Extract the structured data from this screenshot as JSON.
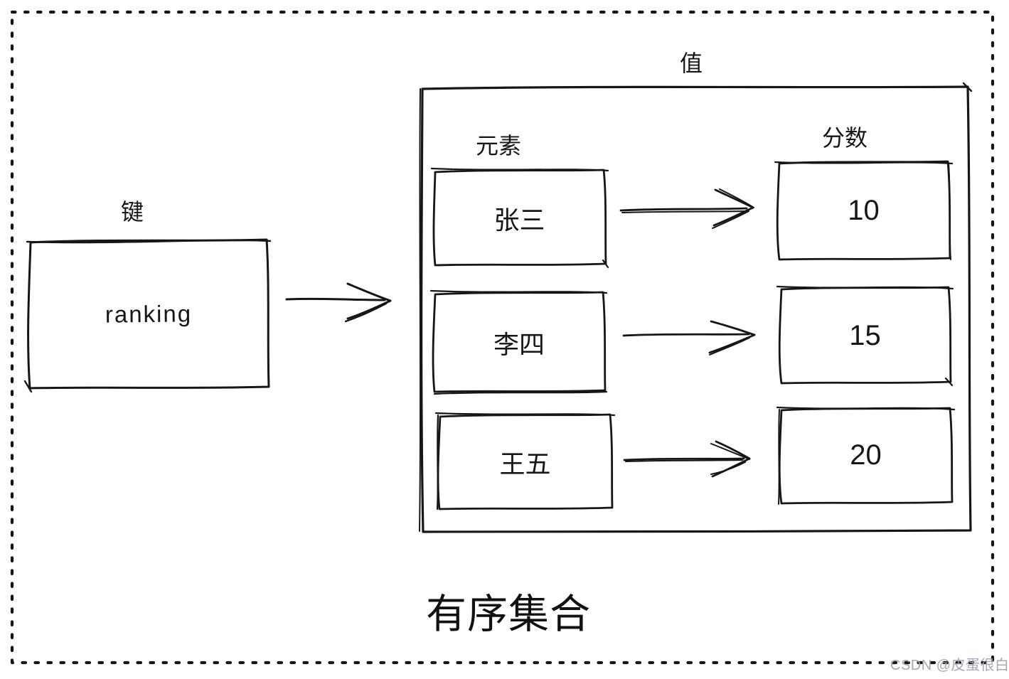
{
  "diagram": {
    "key": {
      "label": "键",
      "name": "ranking"
    },
    "value": {
      "label": "值",
      "element_column": "元素",
      "score_column": "分数"
    },
    "members": [
      {
        "element": "张三",
        "score": "10"
      },
      {
        "element": "李四",
        "score": "15"
      },
      {
        "element": "王五",
        "score": "20"
      }
    ],
    "title": "有序集合",
    "watermark": "CSDN @皮蛋很白",
    "colors": {
      "ink": "#161616",
      "watermark": "#9ea4ad",
      "background": "#ffffff"
    }
  }
}
